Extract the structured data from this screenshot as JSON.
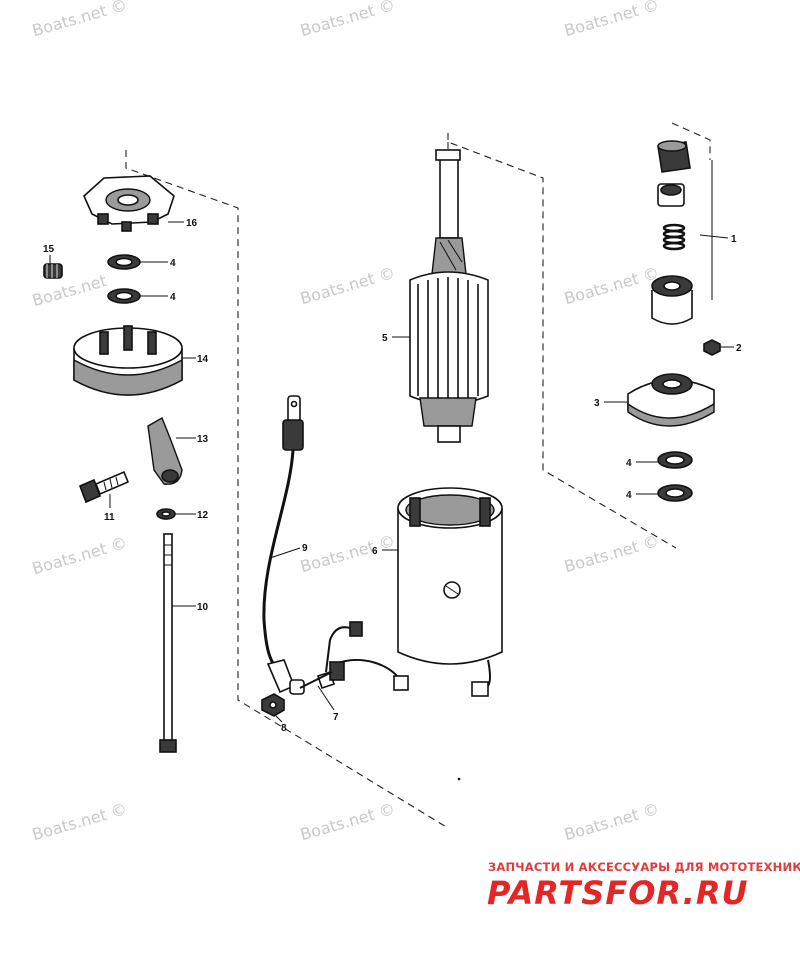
{
  "watermarks": [
    "Boats.net ©",
    "Boats.net ©",
    "Boats.net ©",
    "Boats.net",
    "Boats.net ©",
    "Boats.net ©",
    "Boats.net ©",
    "Boats.net ©",
    "Boats.net ©",
    "Boats.net ©",
    "Boats.net ©",
    "Boats.net ©"
  ],
  "callouts": {
    "c1": "1",
    "c2": "2",
    "c3": "3",
    "c4a": "4",
    "c4b": "4",
    "c4c": "4",
    "c4d": "4",
    "c5": "5",
    "c6": "6",
    "c7": "7",
    "c8": "8",
    "c9": "9",
    "c10": "10",
    "c11": "11",
    "c12": "12",
    "c13": "13",
    "c14": "14",
    "c15": "15",
    "c16": "16"
  },
  "brand": {
    "tagline": "ЗАПЧАСТИ И АКСЕССУАРЫ ДЛЯ МОТОТЕХНИКИ",
    "logo": "PARTSFOR.RU"
  }
}
